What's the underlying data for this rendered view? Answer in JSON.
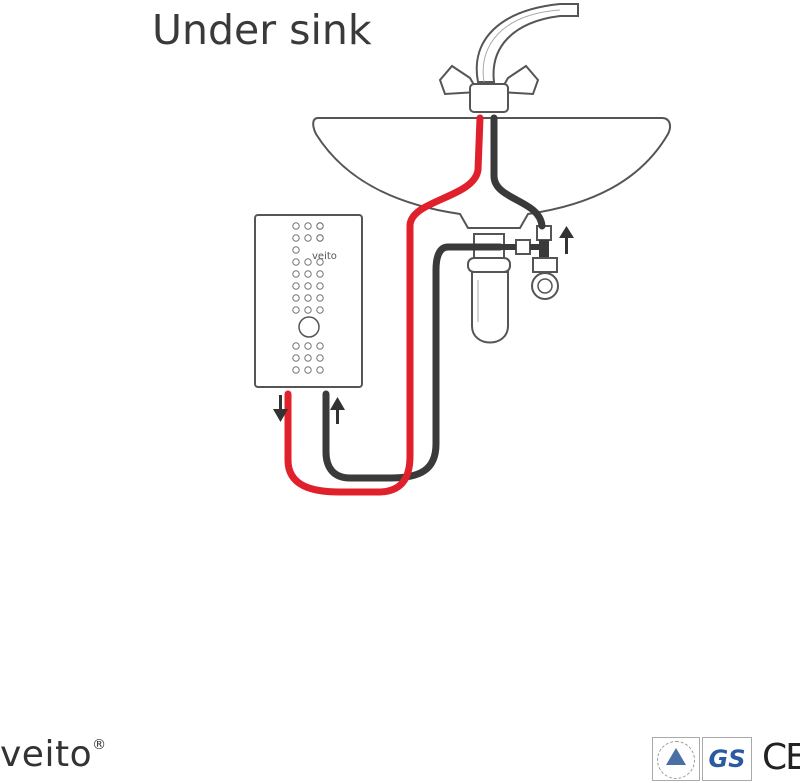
{
  "title": "Under sink",
  "heater_brand_label": "veito",
  "footer": {
    "brand": "veito",
    "registered_mark": "®",
    "certifications": [
      "TÜV",
      "GS",
      "CE"
    ],
    "gs_label": "GS",
    "ce_label": "CE"
  },
  "colors": {
    "hot_pipe": "#e0202a",
    "cold_pipe": "#3a3a3a",
    "outline": "#555555"
  }
}
